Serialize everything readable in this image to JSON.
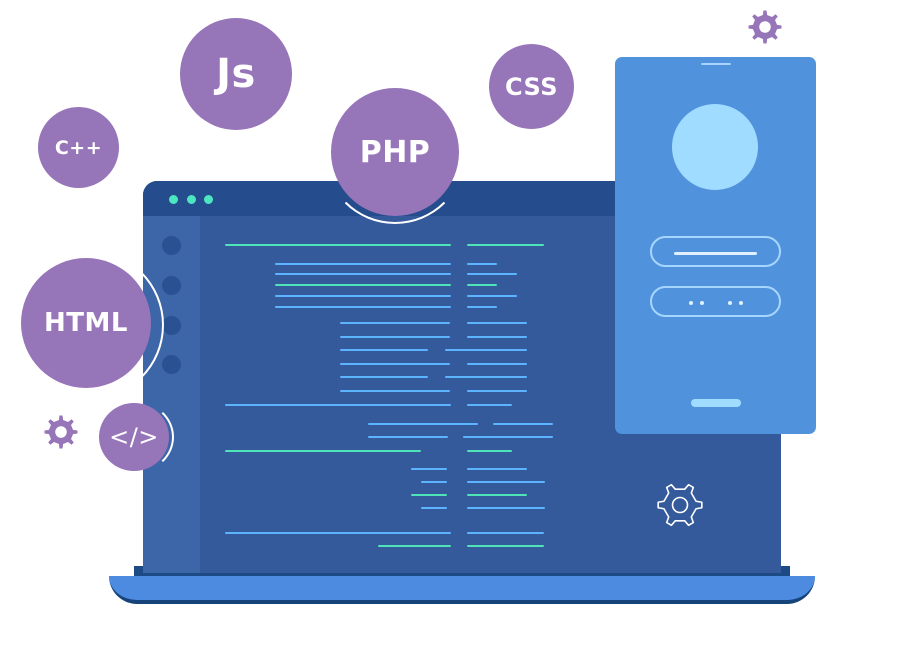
{
  "colors": {
    "bubble": "#9775b9",
    "screen": "#345a9b",
    "titlebar": "#254d8d",
    "phone": "#5192dd",
    "code_blue": "#5cb4ff",
    "code_teal": "#4fe3b8"
  },
  "bubbles": {
    "js": "Js",
    "cpp": "C++",
    "php": "PHP",
    "css": "CSS",
    "html": "HTML",
    "tag": "</>"
  },
  "icons": {
    "gear": "gear-icon",
    "gear_outline": "gear-outline-icon",
    "tag": "code-tag-icon"
  }
}
